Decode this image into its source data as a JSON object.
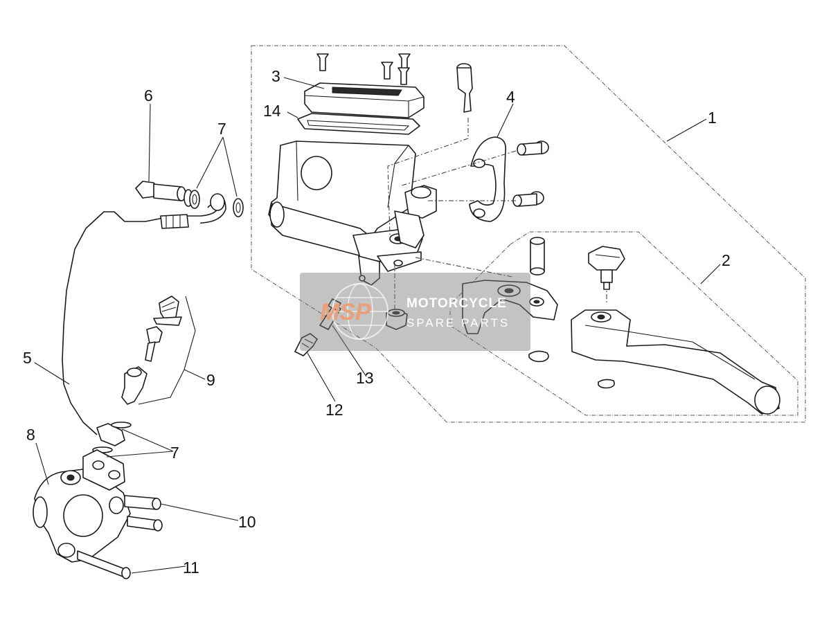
{
  "callouts": [
    {
      "id": "1",
      "text": "1"
    },
    {
      "id": "2",
      "text": "2"
    },
    {
      "id": "3",
      "text": "3"
    },
    {
      "id": "4",
      "text": "4"
    },
    {
      "id": "5",
      "text": "5"
    },
    {
      "id": "6",
      "text": "6"
    },
    {
      "id": "7a",
      "text": "7"
    },
    {
      "id": "7b",
      "text": "7"
    },
    {
      "id": "8",
      "text": "8"
    },
    {
      "id": "9",
      "text": "9"
    },
    {
      "id": "10",
      "text": "10"
    },
    {
      "id": "11",
      "text": "11"
    },
    {
      "id": "12",
      "text": "12"
    },
    {
      "id": "13",
      "text": "13"
    },
    {
      "id": "14",
      "text": "14"
    }
  ],
  "watermark": {
    "logo": "MSP",
    "line1": "MOTORCYCLE",
    "line2": "SPARE PARTS"
  },
  "colors": {
    "line": "#1a1a1a",
    "watermark_box": "#7a7a7a",
    "watermark_logo": "#e9a07a"
  }
}
